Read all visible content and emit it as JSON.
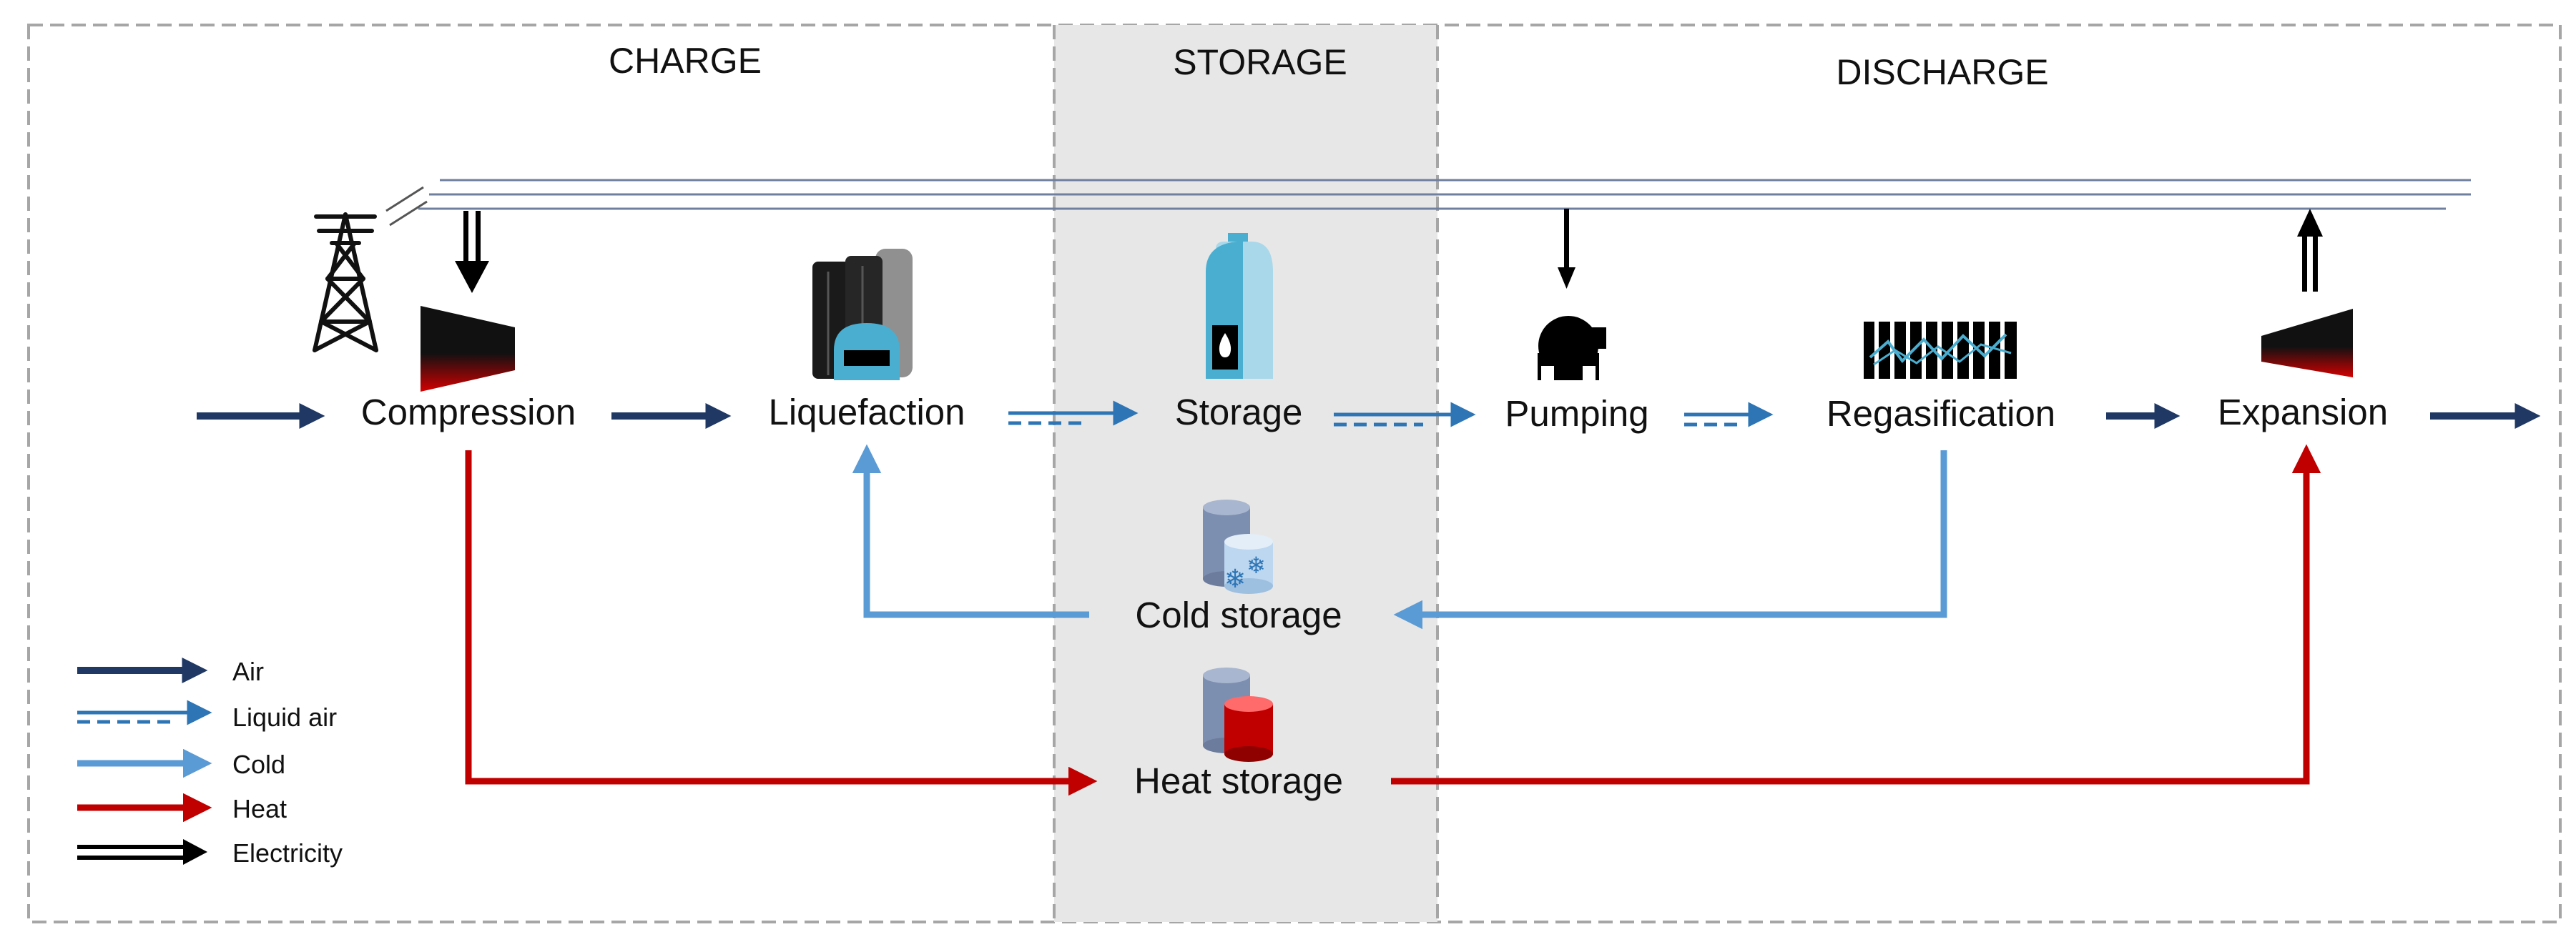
{
  "sections": {
    "charge": "CHARGE",
    "storage": "STORAGE",
    "discharge": "DISCHARGE"
  },
  "nodes": {
    "compression": "Compression",
    "liquefaction": "Liquefaction",
    "storage": "Storage",
    "pumping": "Pumping",
    "regasification": "Regasification",
    "expansion": "Expansion",
    "cold_storage": "Cold storage",
    "heat_storage": "Heat storage"
  },
  "legend": [
    {
      "key": "air",
      "label": "Air",
      "color": "#1f3864"
    },
    {
      "key": "liquid_air",
      "label": "Liquid air",
      "color": "#2e75b6"
    },
    {
      "key": "cold",
      "label": "Cold",
      "color": "#5b9bd5"
    },
    {
      "key": "heat",
      "label": "Heat",
      "color": "#c00000"
    },
    {
      "key": "electricity",
      "label": "Electricity",
      "color": "#000000"
    }
  ],
  "icons": [
    "power-pylon-icon",
    "compressor-icon",
    "liquefaction-plant-icon",
    "storage-tank-icon",
    "pump-icon",
    "regasifier-icon",
    "expander-icon",
    "cold-storage-tank-icon",
    "heat-storage-tank-icon"
  ],
  "colors": {
    "air": "#1f3864",
    "liquid_air": "#2e75b6",
    "cold": "#5b9bd5",
    "heat": "#c00000",
    "electricity": "#000000",
    "storage_zone": "#e7e7e7",
    "border": "#a6a6a6",
    "grid_line": "#6f7f9f"
  }
}
